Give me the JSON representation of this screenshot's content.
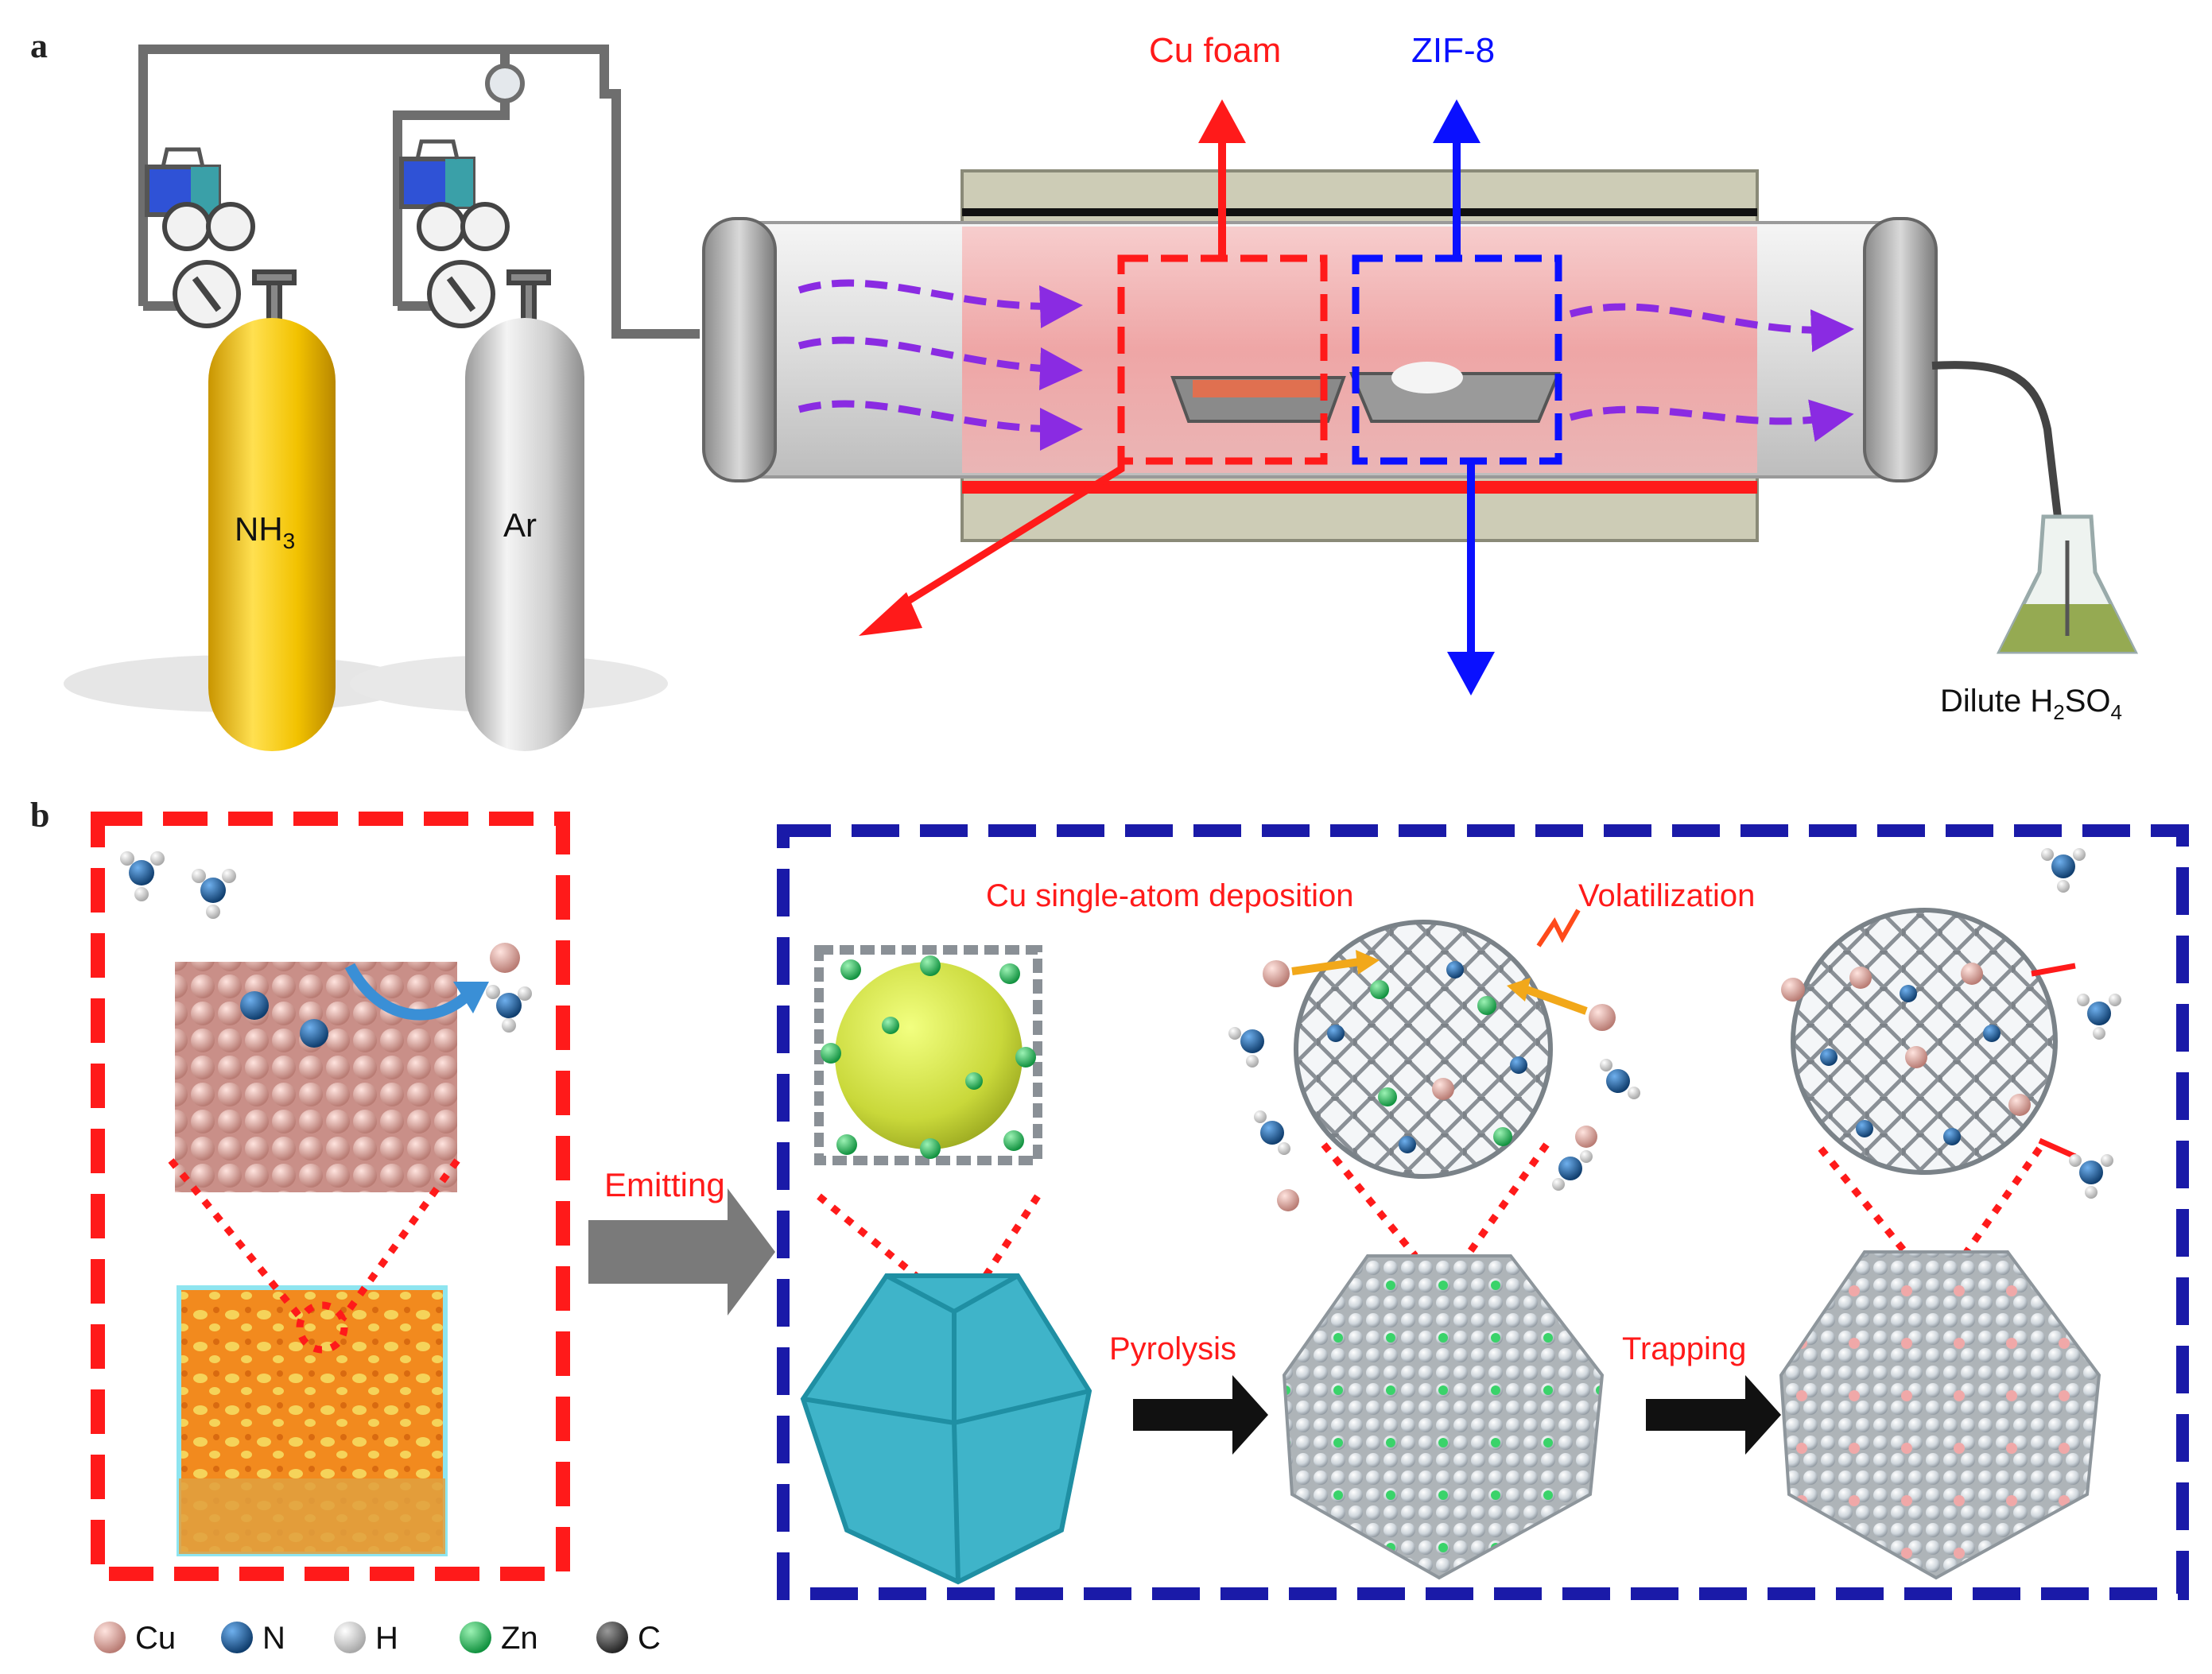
{
  "panels": {
    "a": {
      "letter": "a",
      "labels": {
        "cu_foam": "Cu foam",
        "zif8": "ZIF-8",
        "nh3_base": "NH",
        "nh3_sub": "3",
        "ar": "Ar",
        "acid_prefix": "Dilute H",
        "acid_sub1": "2",
        "acid_mid": "SO",
        "acid_sub2": "4"
      }
    },
    "b": {
      "letter": "b",
      "labels": {
        "emitting": "Emitting",
        "deposition": "Cu single-atom deposition",
        "volatilization": "Volatilization",
        "pyrolysis": "Pyrolysis",
        "trapping": "Trapping"
      },
      "legend": [
        {
          "symbol": "Cu",
          "color": "#e2a8a0"
        },
        {
          "symbol": "N",
          "color": "#1f5f9e"
        },
        {
          "symbol": "H",
          "color": "#eeeeee"
        },
        {
          "symbol": "Zn",
          "color": "#22c45a"
        },
        {
          "symbol": "C",
          "color": "#4a4a4a"
        }
      ]
    }
  },
  "colors": {
    "cu_red": "#ff1a1a",
    "zif_blue": "#0a10ff",
    "box_navy": "#1a1aa8",
    "flow_purple": "#8a2be2",
    "nh3_yellow": "#f2c200",
    "ar_gray": "#c8c8c8",
    "zif_cyan": "#3fb4c9",
    "cu_pink": "#e2a8a0"
  }
}
